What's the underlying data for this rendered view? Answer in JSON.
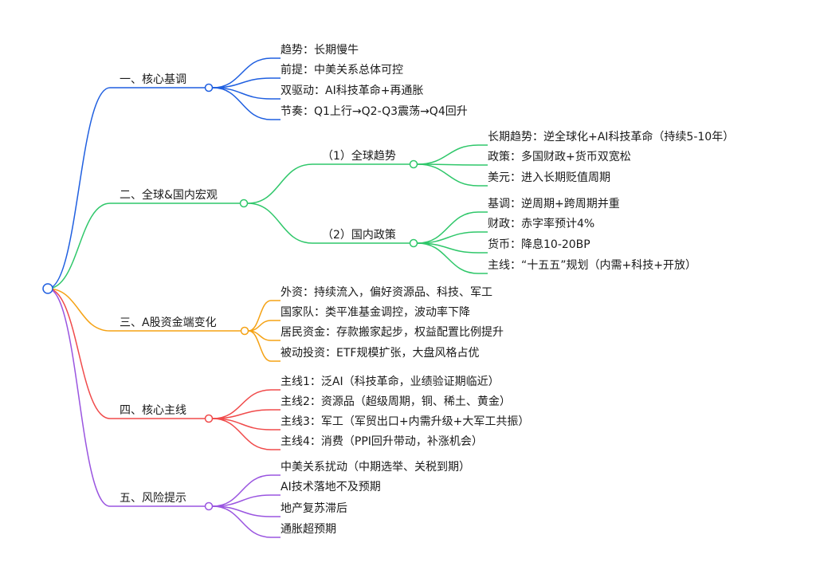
{
  "colors": {
    "blue": "#1f5fe0",
    "green": "#2fc76a",
    "orange": "#f5a214",
    "red": "#f04a4a",
    "purple": "#9a55e0"
  },
  "branches": [
    {
      "id": "b1",
      "color": "blue",
      "label": "一、核心基调",
      "children": [
        {
          "label": "趋势：长期慢牛"
        },
        {
          "label": "前提：中美关系总体可控"
        },
        {
          "label": "双驱动：AI科技革命+再通胀"
        },
        {
          "label": "节奏：Q1上行→Q2-Q3震荡→Q4回升"
        }
      ]
    },
    {
      "id": "b2",
      "color": "green",
      "label": "二、全球&国内宏观",
      "children": [
        {
          "label": "（1）全球趋势",
          "children": [
            {
              "label": "长期趋势：逆全球化+AI科技革命（持续5-10年）"
            },
            {
              "label": "政策：多国财政+货币双宽松"
            },
            {
              "label": "美元：进入长期贬值周期"
            }
          ]
        },
        {
          "label": "（2）国内政策",
          "children": [
            {
              "label": "基调：逆周期+跨周期并重"
            },
            {
              "label": "财政：赤字率预计4%"
            },
            {
              "label": "货币：降息10-20BP"
            },
            {
              "label": "主线：“十五五”规划（内需+科技+开放）"
            }
          ]
        }
      ]
    },
    {
      "id": "b3",
      "color": "orange",
      "label": "三、A股资金端变化",
      "children": [
        {
          "label": "外资：持续流入，偏好资源品、科技、军工"
        },
        {
          "label": "国家队：类平准基金调控，波动率下降"
        },
        {
          "label": "居民资金：存款搬家起步，权益配置比例提升"
        },
        {
          "label": "被动投资：ETF规模扩张，大盘风格占优"
        }
      ]
    },
    {
      "id": "b4",
      "color": "red",
      "label": "四、核心主线",
      "children": [
        {
          "label": "主线1：泛AI（科技革命，业绩验证期临近）"
        },
        {
          "label": "主线2：资源品（超级周期，铜、稀土、黄金）"
        },
        {
          "label": "主线3：军工（军贸出口+内需升级+大军工共振）"
        },
        {
          "label": "主线4：消费（PPI回升带动，补涨机会）"
        }
      ]
    },
    {
      "id": "b5",
      "color": "purple",
      "label": "五、风险提示",
      "children": [
        {
          "label": "中美关系扰动（中期选举、关税到期）"
        },
        {
          "label": "AI技术落地不及预期"
        },
        {
          "label": "地产复苏滞后"
        },
        {
          "label": "通胀超预期"
        }
      ]
    }
  ]
}
